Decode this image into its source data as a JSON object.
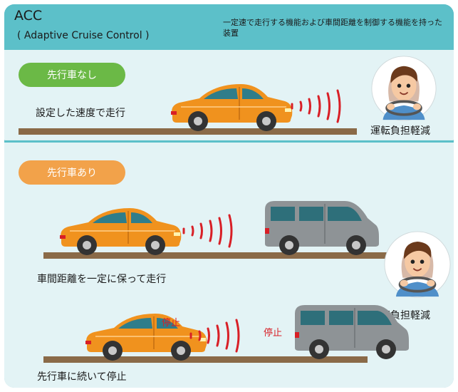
{
  "header": {
    "title": "ACC",
    "subtitle": "( Adaptive Cruise Control )",
    "description": "一定速で走行する機能および車間距離を制御する機能を持った装置"
  },
  "scenario_no_lead": {
    "badge": "先行車なし",
    "caption": "設定した速度で走行",
    "driver_label": "運転負担軽減"
  },
  "scenario_with_lead": {
    "badge": "先行車あり",
    "caption_follow": "車間距離を一定に保って走行",
    "driver_label": "運転負担軽減",
    "stop_label_own": "停止",
    "stop_label_lead": "停止",
    "caption_stop": "先行車に続いて停止"
  },
  "colors": {
    "header_teal": "#5cc0c9",
    "badge_green": "#6bb946",
    "badge_orange": "#f2a24a",
    "car_orange": "#f0921e",
    "van_gray": "#8e9396",
    "radar_red": "#d81f26",
    "road_brown": "#8a6a48"
  },
  "icons": [
    "sedan-car-icon",
    "minivan-icon",
    "radar-wave-icon",
    "driver-illustration-icon"
  ]
}
